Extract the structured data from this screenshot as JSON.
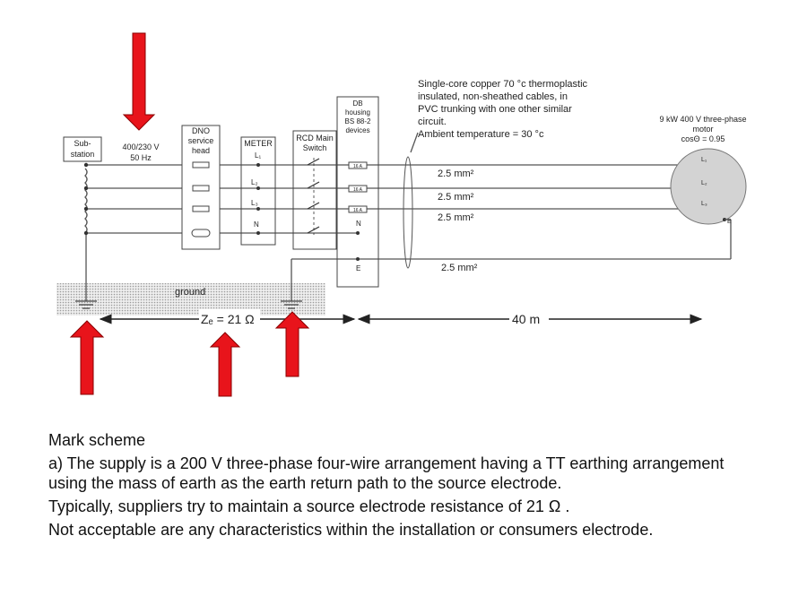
{
  "diagram": {
    "substation_label": [
      "Sub-",
      "station"
    ],
    "supply_label": [
      "400/230 V",
      "50 Hz"
    ],
    "dno_label": [
      "DNO",
      "service",
      "head"
    ],
    "meter_label": "METER",
    "rcd_label": [
      "RCD Main",
      "Switch"
    ],
    "db_label": [
      "DB",
      "housing",
      "BS 88-2",
      "devices"
    ],
    "cable_note": [
      "Single-core copper 70 °c thermoplastic",
      "insulated, non-sheathed cables, in",
      "PVC trunking with one other similar",
      "circuit.",
      "Ambient temperature = 30 °c"
    ],
    "motor_label": [
      "9 kW 400 V three-phase",
      "motor",
      "cosΘ = 0.95"
    ],
    "phase_labels": [
      "L₁",
      "L₂",
      "L₃",
      "N"
    ],
    "earth_label": "E",
    "fuse_label": "16 A",
    "cable_sizes": [
      "2.5 mm²",
      "2.5 mm²",
      "2.5 mm²",
      "2.5 mm²"
    ],
    "ground_label": "ground",
    "ze_label": "Zₑ = 21 Ω",
    "distance_label": "40 m",
    "arrow_color": "#e8141b"
  },
  "notes": {
    "heading": "Mark scheme",
    "line1": "a) The supply is a 200 V three-phase four-wire arrangement having a TT earthing arrangement using the mass of earth as the earth return path to the source electrode.",
    "line2": "Typically, suppliers try to maintain a source electrode resistance of 21 Ω .",
    "line3": "Not acceptable are any characteristics within the installation or consumers electrode."
  }
}
